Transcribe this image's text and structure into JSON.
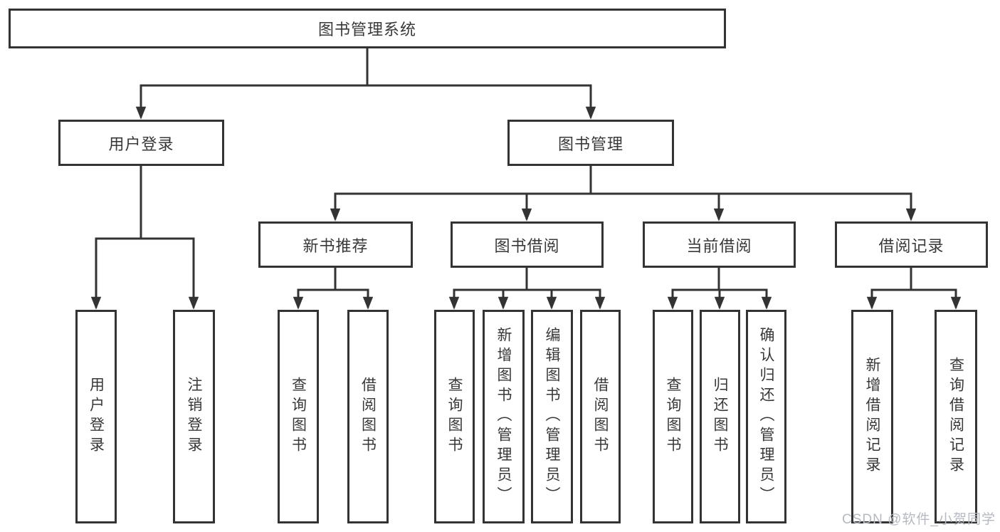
{
  "diagram": {
    "title": "图书管理系统",
    "root": {
      "label": "图书管理系统"
    },
    "branches": [
      {
        "label": "用户登录"
      },
      {
        "label": "图书管理"
      }
    ],
    "modules": [
      {
        "label": "新书推荐",
        "parent": "图书管理"
      },
      {
        "label": "图书借阅",
        "parent": "图书管理"
      },
      {
        "label": "当前借阅",
        "parent": "图书管理"
      },
      {
        "label": "借阅记录",
        "parent": "图书管理"
      }
    ],
    "leaves": [
      {
        "label": "用户登录",
        "parent": "用户登录"
      },
      {
        "label": "注销登录",
        "parent": "用户登录"
      },
      {
        "label": "查询图书",
        "parent": "新书推荐"
      },
      {
        "label": "借阅图书",
        "parent": "新书推荐"
      },
      {
        "label": "查询图书",
        "parent": "图书借阅"
      },
      {
        "label": "新增图书（管理员）",
        "parent": "图书借阅"
      },
      {
        "label": "编辑图书（管理员）",
        "parent": "图书借阅"
      },
      {
        "label": "借阅图书",
        "parent": "图书借阅"
      },
      {
        "label": "查询图书",
        "parent": "当前借阅"
      },
      {
        "label": "归还图书",
        "parent": "当前借阅"
      },
      {
        "label": "确认归还（管理员）",
        "parent": "当前借阅"
      },
      {
        "label": "新增借阅记录",
        "parent": "借阅记录"
      },
      {
        "label": "查询借阅记录",
        "parent": "借阅记录"
      }
    ]
  },
  "watermark": {
    "text": "CSDN @软件_小贺同学"
  },
  "colors": {
    "line": "#333333",
    "text": "#383838",
    "watermark": "#b4b9c2",
    "background": "#ffffff"
  }
}
